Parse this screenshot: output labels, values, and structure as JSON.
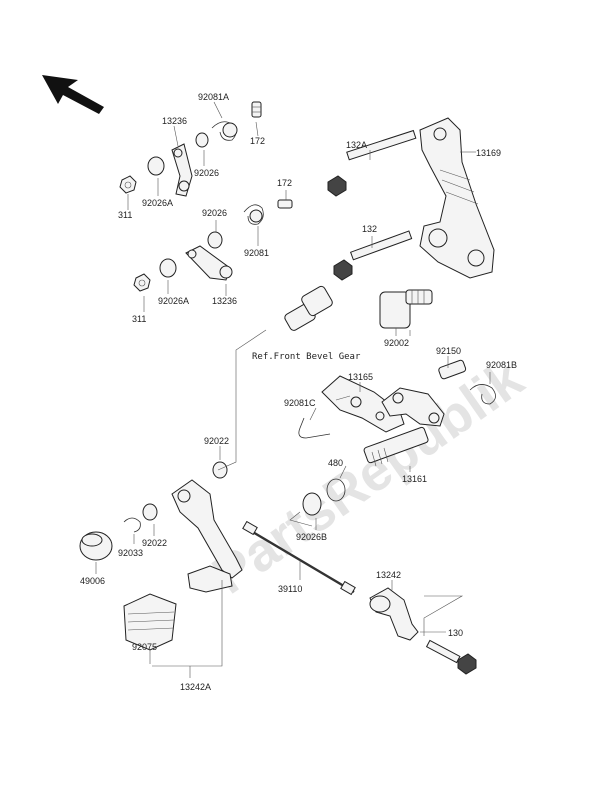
{
  "watermark": "PartsRepublik",
  "reference_note": "Ref.Front Bevel Gear",
  "labels": {
    "l_92081A": "92081A",
    "l_13236a": "13236",
    "l_172a": "172",
    "l_92026a": "92026",
    "l_311a": "311",
    "l_92026Aa": "92026A",
    "l_132A": "132A",
    "l_13169": "13169",
    "l_172b": "172",
    "l_92026b": "92026",
    "l_92081": "92081",
    "l_132": "132",
    "l_311b": "311",
    "l_92026Ab": "92026A",
    "l_13236b": "13236",
    "l_92002": "92002",
    "l_92150": "92150",
    "l_92081B": "92081B",
    "l_13165": "13165",
    "l_92081C": "92081C",
    "l_92022a": "92022",
    "l_480": "480",
    "l_13161": "13161",
    "l_92026B": "92026B",
    "l_92033": "92033",
    "l_92022b": "92022",
    "l_49006": "49006",
    "l_39110": "39110",
    "l_13242": "13242",
    "l_92075": "92075",
    "l_130": "130",
    "l_13242A": "13242A"
  },
  "icons": {
    "direction": "direction-arrow-icon"
  }
}
